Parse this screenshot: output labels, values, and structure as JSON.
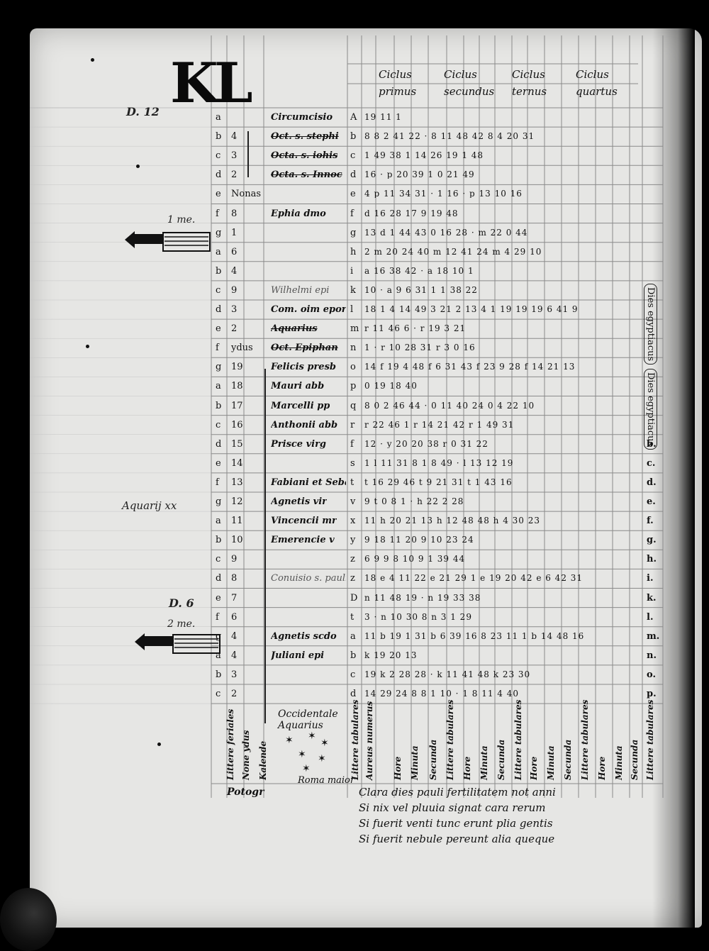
{
  "header": {
    "monogram": "KL",
    "cycles": [
      {
        "line1": "Ciclus",
        "line2": "primus"
      },
      {
        "line1": "Ciclus",
        "line2": "secundus"
      },
      {
        "line1": "Ciclus",
        "line2": "ternus"
      },
      {
        "line1": "Ciclus",
        "line2": "quartus"
      }
    ]
  },
  "margin": {
    "note_top": "D. 12",
    "note_1me": "1 me.",
    "note_aquari": "Aquarij xx",
    "note_d6": "D. 6",
    "note_2me": "2 me."
  },
  "rows": [
    {
      "l": "a",
      "n": "",
      "s": "Circumcisio",
      "c": "A",
      "d": "19 11 1"
    },
    {
      "l": "b",
      "n": "4",
      "s": "Oct. s. stephi",
      "c": "b",
      "d": "8 8 2 41 22 · 8 11 48 42 8 4 20 31"
    },
    {
      "l": "c",
      "n": "3",
      "s": "Octa. s. iohis",
      "c": "c",
      "d": "1 49 38 1 14 26 19 1 48"
    },
    {
      "l": "d",
      "n": "2",
      "s": "Octa. s. Innoc",
      "c": "d",
      "d": "16 · p 20 39 1 0 21 49"
    },
    {
      "l": "e",
      "n": "Nonas",
      "s": "",
      "c": "e",
      "d": "4 p 11 34 31 · 1 16 · p 13 10 16"
    },
    {
      "l": "f",
      "n": "8",
      "s": "Ephia dmo",
      "c": "f",
      "d": "d 16 28 17 9 19 48"
    },
    {
      "l": "g",
      "n": "1",
      "s": "",
      "c": "g",
      "d": "13 d 1 44 43 0 16 28 · m 22 0 44"
    },
    {
      "l": "a",
      "n": "6",
      "s": "",
      "c": "h",
      "d": "2 m 20 24 40 m 12 41 24 m 4 29 10"
    },
    {
      "l": "b",
      "n": "4",
      "s": "",
      "c": "i",
      "d": "a 16 38 42 · a 18 10 1"
    },
    {
      "l": "c",
      "n": "9",
      "s": "Wilhelmi epi",
      "c": "k",
      "d": "10 · a 9 6 31 1 1 38 22"
    },
    {
      "l": "d",
      "n": "3",
      "s": "Com. oim epor",
      "c": "l",
      "d": "18 1 4 14 49 3 21 2 13 4 1 19 19 19 6 41 9"
    },
    {
      "l": "e",
      "n": "2",
      "s": "Aquarius",
      "c": "m",
      "d": "r 11 46 6 · r 19 3 21"
    },
    {
      "l": "f",
      "n": "ydus",
      "s": "Oct. Epiphan",
      "c": "n",
      "d": "1 · r 10 28 31 r 3 0 16"
    },
    {
      "l": "g",
      "n": "19",
      "s": "Felicis presb",
      "c": "o",
      "d": "14 f 19 4 48 f 6 31 43 f 23 9 28 f 14 21 13"
    },
    {
      "l": "a",
      "n": "18",
      "s": "Mauri abb",
      "c": "p",
      "d": "0 19 18 40"
    },
    {
      "l": "b",
      "n": "17",
      "s": "Marcelli pp",
      "c": "q",
      "d": "8 0 2 46 44 · 0 11 40 24 0 4 22 10"
    },
    {
      "l": "c",
      "n": "16",
      "s": "Anthonii abb",
      "c": "r",
      "d": "r 22 46 1 r 14 21 42 r 1 49 31"
    },
    {
      "l": "d",
      "n": "15",
      "s": "Prisce virg",
      "c": "f",
      "d": "12 · y 20 20 38 r 0 31 22"
    },
    {
      "l": "e",
      "n": "14",
      "s": "",
      "c": "s",
      "d": "1 l 11 31 8 1 8 49 · l 13 12 19"
    },
    {
      "l": "f",
      "n": "13",
      "s": "Fabiani et Seba",
      "c": "t",
      "d": "t 16 29 46 t 9 21 31 t 1 43 16"
    },
    {
      "l": "g",
      "n": "12",
      "s": "Agnetis vir",
      "c": "v",
      "d": "9 t 0 8 1 · h 22 2 28"
    },
    {
      "l": "a",
      "n": "11",
      "s": "Vincencii mr",
      "c": "x",
      "d": "11 h 20 21 13 h 12 48 48 h 4 30 23"
    },
    {
      "l": "b",
      "n": "10",
      "s": "Emerencie v",
      "c": "y",
      "d": "9 18 11 20 9 10 23 24"
    },
    {
      "l": "c",
      "n": "9",
      "s": "",
      "c": "z",
      "d": "6 9 9 8 10 9 1 39 44"
    },
    {
      "l": "d",
      "n": "8",
      "s": "Conuisio s. pauli",
      "c": "z",
      "d": "18 e 4 11 22 e 21 29 1 e 19 20 42 e 6 42 31"
    },
    {
      "l": "e",
      "n": "7",
      "s": "",
      "c": "D",
      "d": "n 11 48 19 · n 19 33 38"
    },
    {
      "l": "f",
      "n": "6",
      "s": "",
      "c": "t",
      "d": "3 · n 10 30 8 n 3 1 29"
    },
    {
      "l": "g",
      "n": "4",
      "s": "Agnetis scdo",
      "c": "a",
      "d": "11 b 19 1 31 b 6 39 16 8 23 11 1 b 14 48 16"
    },
    {
      "l": "a",
      "n": "4",
      "s": "Juliani epi",
      "c": "b",
      "d": "k 19 20 13"
    },
    {
      "l": "b",
      "n": "3",
      "s": "",
      "c": "c",
      "d": "19 k 2 28 28 · k 11 41 48 k 23 30"
    },
    {
      "l": "c",
      "n": "2",
      "s": "",
      "c": "d",
      "d": "14 29 24 8 8 1 10 · 1 8 11 4 40"
    }
  ],
  "right_column_marks": [
    "b.",
    "c.",
    "d.",
    "e.",
    "f.",
    "g.",
    "h.",
    "i.",
    "k.",
    "l.",
    "m.",
    "n.",
    "o.",
    "p."
  ],
  "vertical_right": "Dies egyptiacus",
  "vertical_right_2": "Dies egyptiacus",
  "footer_headers": [
    "Littere feriales",
    "None ydus",
    "Kalende",
    "Littere tabulares",
    "Aureus numerus",
    "Hore",
    "Minuta",
    "Secunda",
    "Littere tabulares",
    "Hore",
    "Minuta",
    "Secunda",
    "Littere tabulares",
    "Hore",
    "Minuta",
    "Secunda",
    "Littere tabulares",
    "Hore",
    "Minuta",
    "Secunda",
    "Littere tabulares"
  ],
  "constellation": {
    "line1": "Occidentale",
    "line2": "Aquarius",
    "line3": "Roma maior"
  },
  "footer_left": "Potogr",
  "verses": [
    "Clara dies pauli fertilitatem not anni",
    "Si nix vel pluuia signat cara rerum",
    "Si fuerit venti tunc erunt plia gentis",
    "Si fuerit nebule pereunt alia queque"
  ]
}
